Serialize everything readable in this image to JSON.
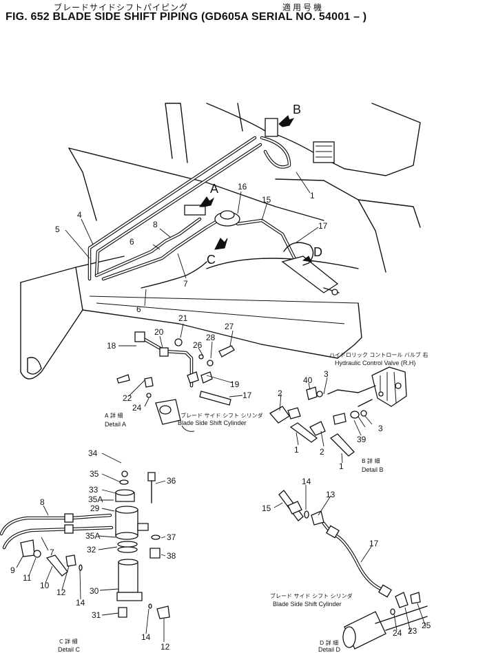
{
  "header": {
    "jp_title": "ブレードサイドシフトパイピング",
    "jp_applicability": "適用号機",
    "title": "FIG. 652  BLADE SIDE SHIFT PIPING (GD605A SERIAL NO. 54001 – )"
  },
  "view_letters": [
    "A",
    "B",
    "C",
    "D"
  ],
  "main_view": {
    "callouts": [
      "1",
      "4",
      "5",
      "6",
      "6",
      "7",
      "8",
      "15",
      "16",
      "17"
    ]
  },
  "detail_a": {
    "caption_jp": "A 詳 細",
    "caption": "Detail A",
    "cylinder_label_jp": "ブレード サイド シフト シリンダ",
    "cylinder_label": "Blade Side Shift Cylinder",
    "callouts": [
      "18",
      "20",
      "21",
      "22",
      "24",
      "26",
      "27",
      "28",
      "19",
      "17"
    ]
  },
  "detail_b": {
    "caption_jp": "B 詳 細",
    "caption": "Detail B",
    "valve_label_jp": "ハイドロリック コントロール バルブ 右",
    "valve_label": "Hydraulic Control Valve (R.H)",
    "callouts": [
      "40",
      "3",
      "2",
      "3",
      "2",
      "39",
      "1",
      "1"
    ]
  },
  "detail_c": {
    "caption_jp": "C 詳 細",
    "caption": "Detail C",
    "callouts": [
      "34",
      "35",
      "33",
      "35A",
      "29",
      "36",
      "8",
      "7",
      "35A",
      "32",
      "37",
      "38",
      "9",
      "11",
      "10",
      "12",
      "14",
      "30",
      "31",
      "14",
      "12"
    ]
  },
  "detail_d": {
    "caption_jp": "D 詳 細",
    "caption": "Detail D",
    "cylinder_label_jp": "ブレード サイド シフト シリンダ",
    "cylinder_label": "Blade Side Shift Cylinder",
    "callouts": [
      "14",
      "13",
      "15",
      "17",
      "24",
      "23",
      "25"
    ]
  }
}
